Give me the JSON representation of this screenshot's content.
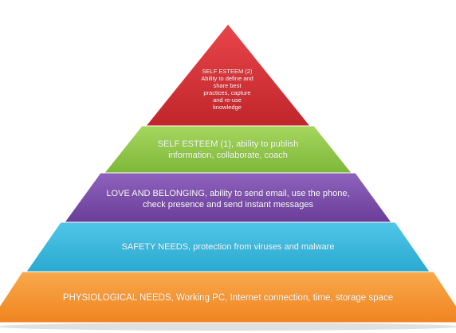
{
  "tiers": [
    {
      "text": "SELF ESTEEM (2) Ability to define and share best practices, capture and re-use knowledge",
      "color": "#C0262B",
      "color_light": "#E8454A"
    },
    {
      "text": "SELF ESTEEM (1), ability to publish information, collaborate, coach",
      "color": "#7DB839",
      "color_light": "#A6D65E"
    },
    {
      "text": "LOVE AND BELONGING, ability to send email, use the phone, check presence and send instant messages",
      "color": "#6A3E98",
      "color_light": "#8F63BD"
    },
    {
      "text": "SAFETY NEEDS, protection from viruses and malware",
      "color": "#2AA9CF",
      "color_light": "#4FC6E8"
    },
    {
      "text": "PHYSIOLOGICAL NEEDS, Working PC, Internet connection, time, storage space",
      "color": "#F08420",
      "color_light": "#F9A94C"
    }
  ]
}
